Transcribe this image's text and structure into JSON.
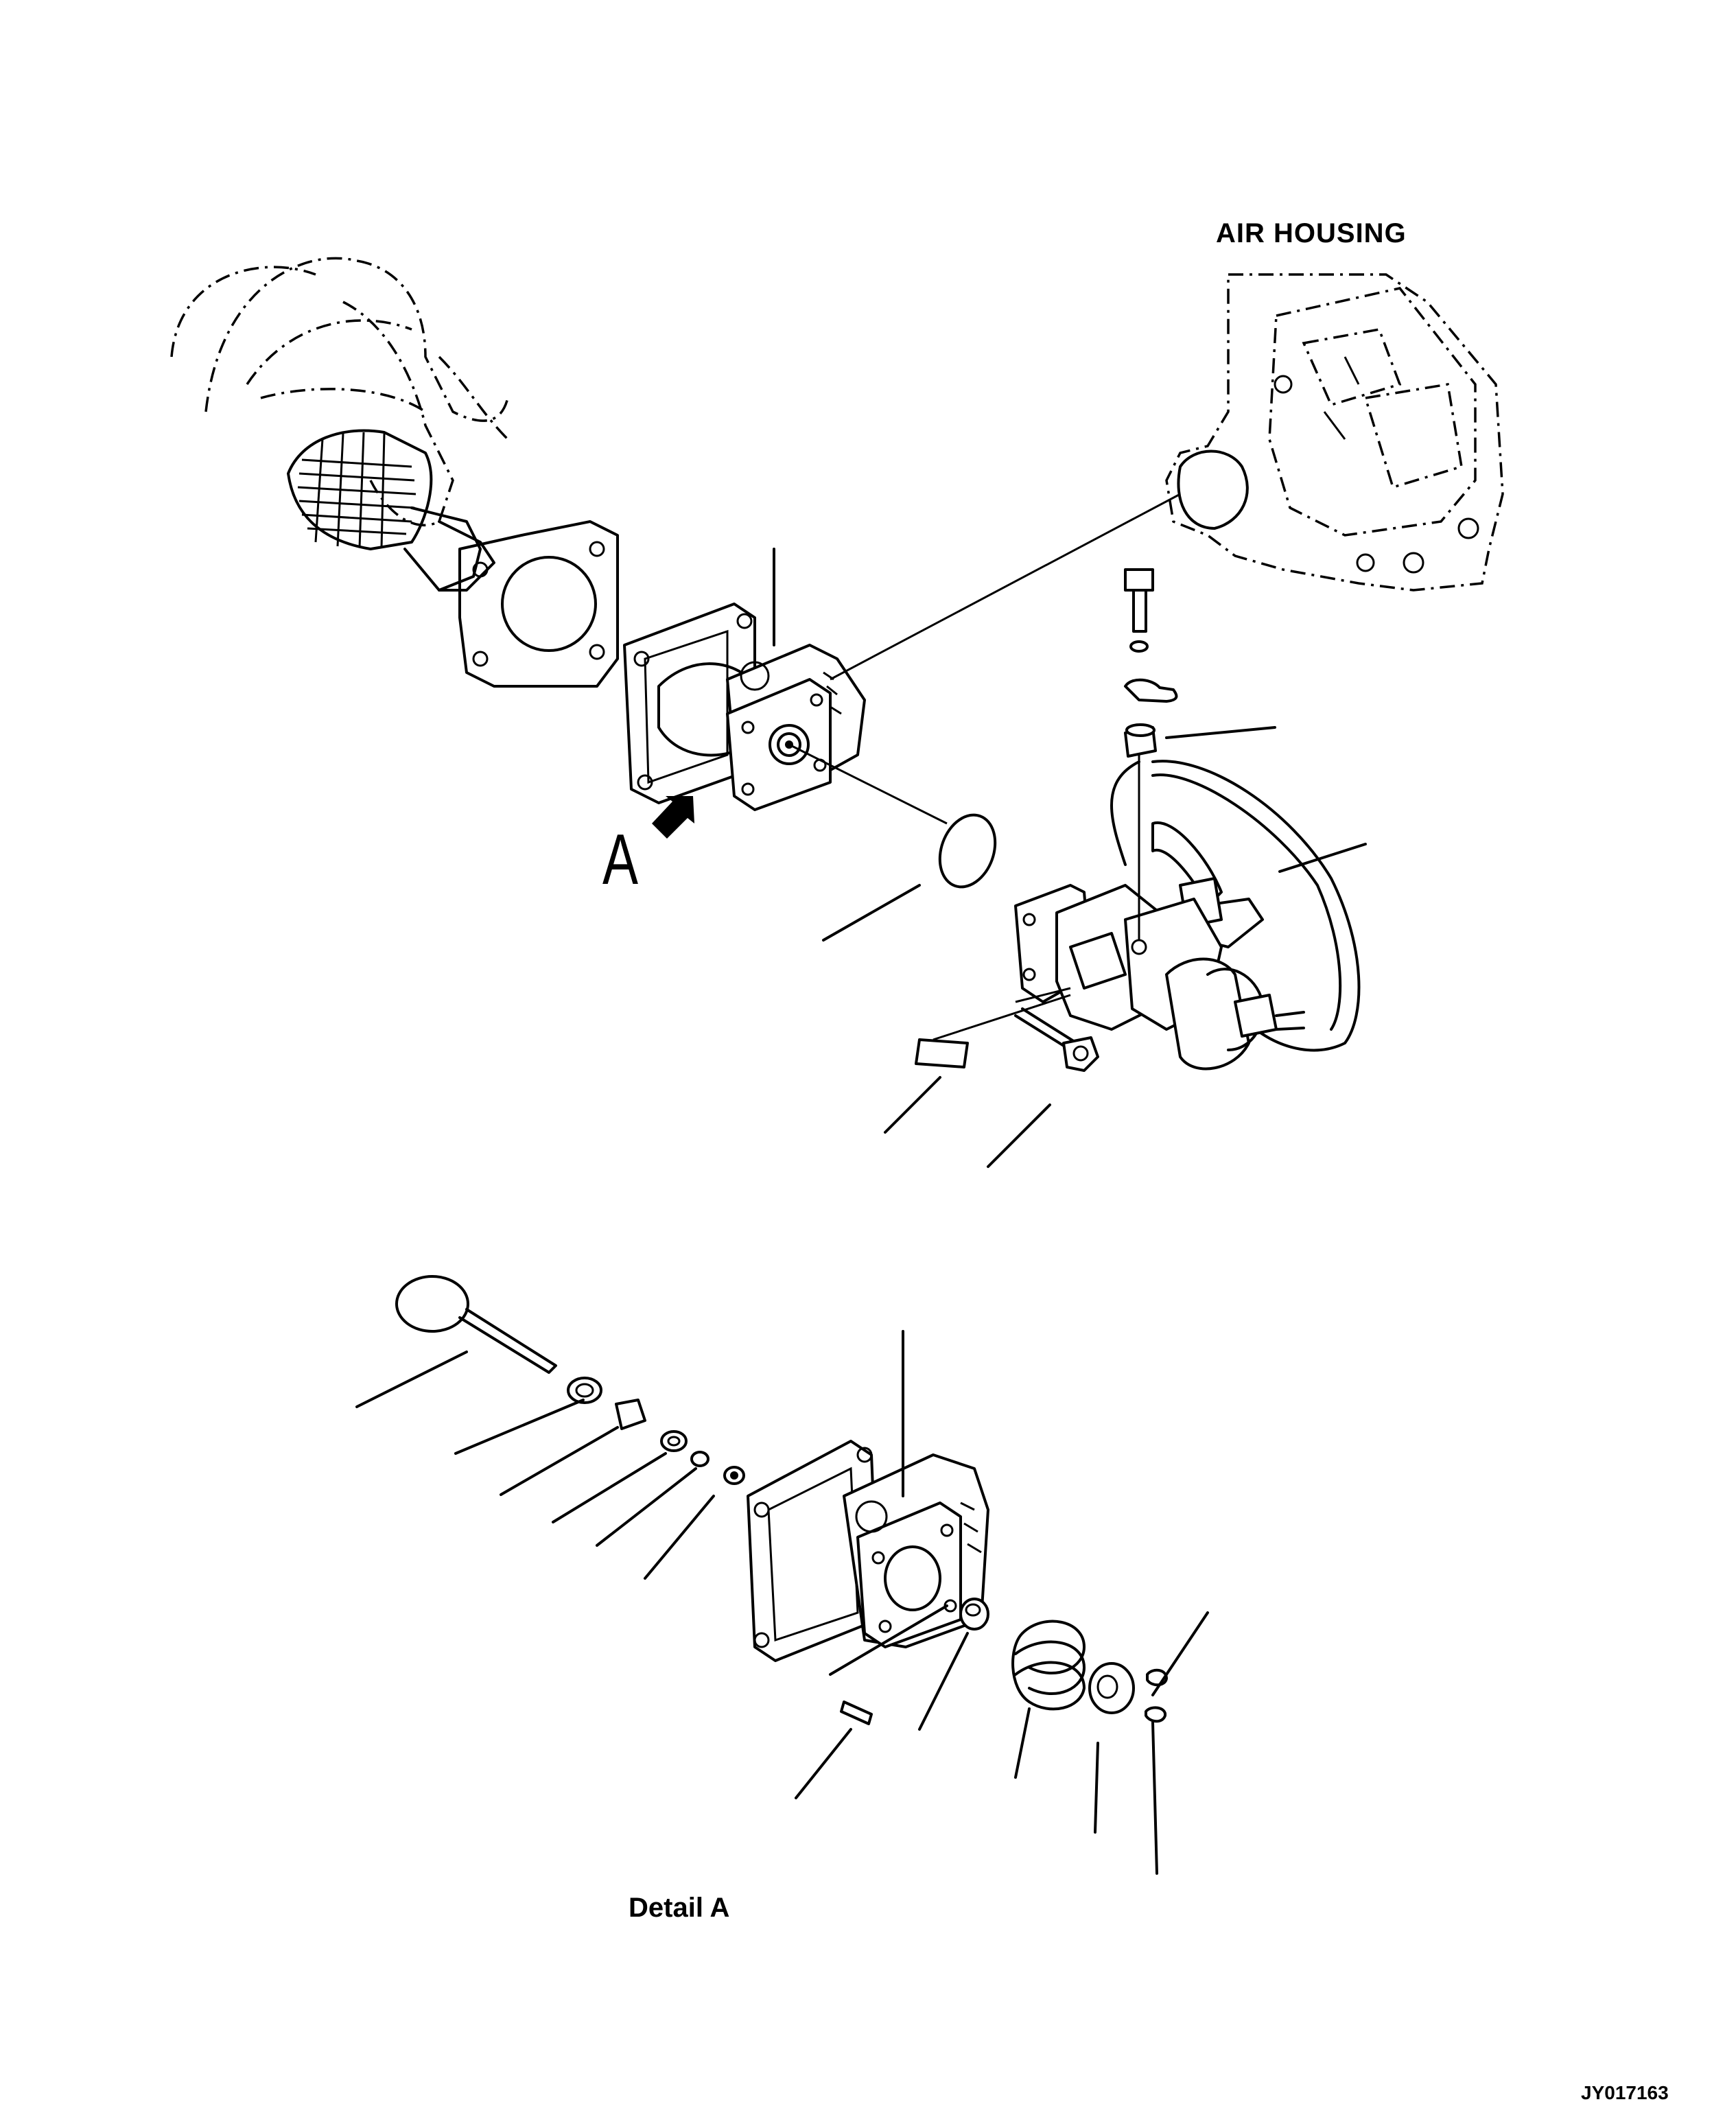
{
  "labels": {
    "air_housing": "AIR HOUSING",
    "view_letter": "A",
    "detail": "Detail A",
    "drawing_id": "JY017163"
  }
}
